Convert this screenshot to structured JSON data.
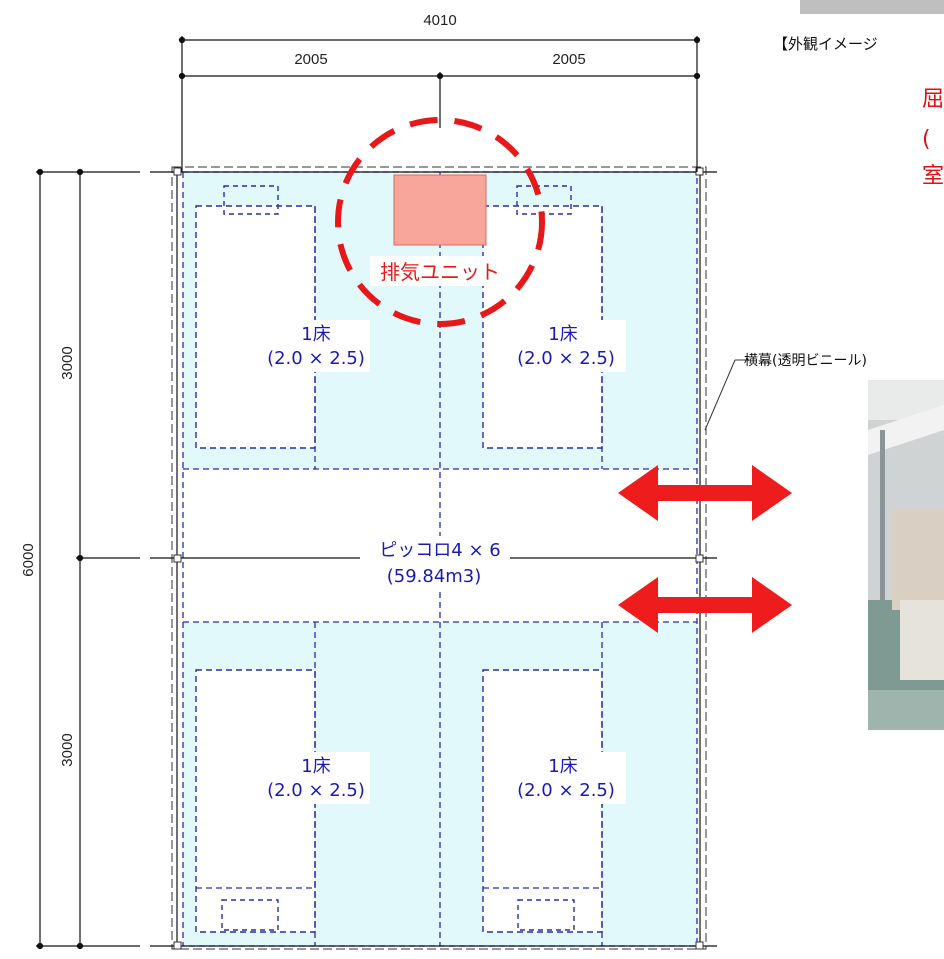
{
  "dimensions": {
    "total_width": "4010",
    "half_width_left": "2005",
    "half_width_right": "2005",
    "total_depth": "6000",
    "half_depth_top": "3000",
    "half_depth_bottom": "3000"
  },
  "beds": [
    {
      "title": "1床",
      "size": "(2.0 × 2.5)"
    },
    {
      "title": "1床",
      "size": "(2.0 × 2.5)"
    },
    {
      "title": "1床",
      "size": "(2.0 × 2.5)"
    },
    {
      "title": "1床",
      "size": "(2.0 × 2.5)"
    }
  ],
  "tent": {
    "name": "ピッコロ4 × 6",
    "volume": "(59.84m3)"
  },
  "exhaust_unit": {
    "label": "排気ユニット"
  },
  "side_curtain": {
    "label": "横幕(透明ビニール)"
  },
  "exterior_caption": "【外観イメージ",
  "right_note": [
    "屈",
    "(",
    "室"
  ],
  "colors": {
    "bed_area_fill": "#e2f9fb",
    "dash_blue": "#2a2ab0",
    "accent_red": "#e81818",
    "exhaust_fill": "#f8a59c"
  }
}
